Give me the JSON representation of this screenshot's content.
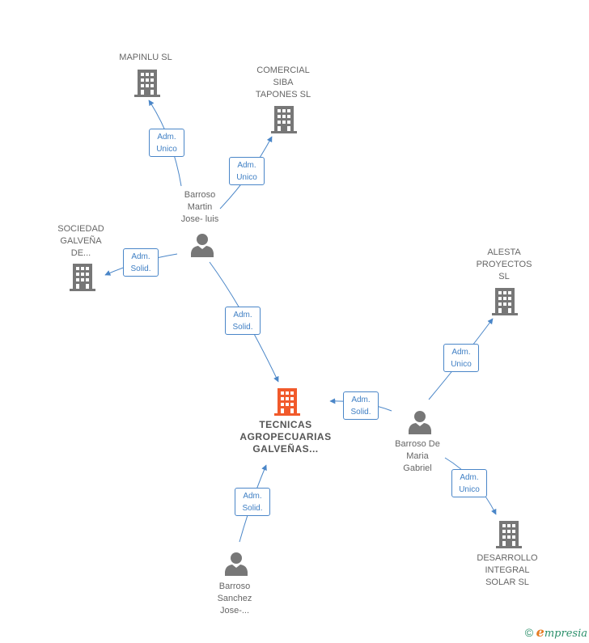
{
  "nodes": {
    "mapinlu": {
      "label": "MAPINLU  SL",
      "type": "company",
      "color": "#777777"
    },
    "comercial": {
      "label": "COMERCIAL\nSIBA\nTAPONES SL",
      "type": "company",
      "color": "#777777"
    },
    "sociedad": {
      "label": "SOCIEDAD\nGALVEÑA\nDE...",
      "type": "company",
      "color": "#777777"
    },
    "alesta": {
      "label": "ALESTA\nPROYECTOS\nSL",
      "type": "company",
      "color": "#777777"
    },
    "tecnicas": {
      "label": "TECNICAS\nAGROPECUARIAS\nGALVEÑAS...",
      "type": "company",
      "color": "#f15a2b"
    },
    "desarrollo": {
      "label": "DESARROLLO\nINTEGRAL\nSOLAR SL",
      "type": "company",
      "color": "#777777"
    },
    "barroso_martin": {
      "label": "Barroso\nMartin\nJose- luis",
      "type": "person",
      "color": "#777777"
    },
    "barroso_maria": {
      "label": "Barroso De\nMaria\nGabriel",
      "type": "person",
      "color": "#777777"
    },
    "barroso_sanchez": {
      "label": "Barroso\nSanchez\nJose-...",
      "type": "person",
      "color": "#777777"
    }
  },
  "edges": [
    {
      "id": "e1",
      "label": "Adm.\nUnico"
    },
    {
      "id": "e2",
      "label": "Adm.\nUnico"
    },
    {
      "id": "e3",
      "label": "Adm.\nSolid."
    },
    {
      "id": "e4",
      "label": "Adm.\nSolid."
    },
    {
      "id": "e5",
      "label": "Adm.\nSolid."
    },
    {
      "id": "e6",
      "label": "Adm.\nUnico"
    },
    {
      "id": "e7",
      "label": "Adm.\nUnico"
    },
    {
      "id": "e8",
      "label": "Adm.\nSolid."
    }
  ],
  "colors": {
    "edge": "#4a86c8",
    "company": "#777777",
    "focus": "#f15a2b",
    "person": "#777777"
  },
  "footer": {
    "copyright": "©",
    "brand_initial": "e",
    "brand_rest": "mpresia"
  }
}
